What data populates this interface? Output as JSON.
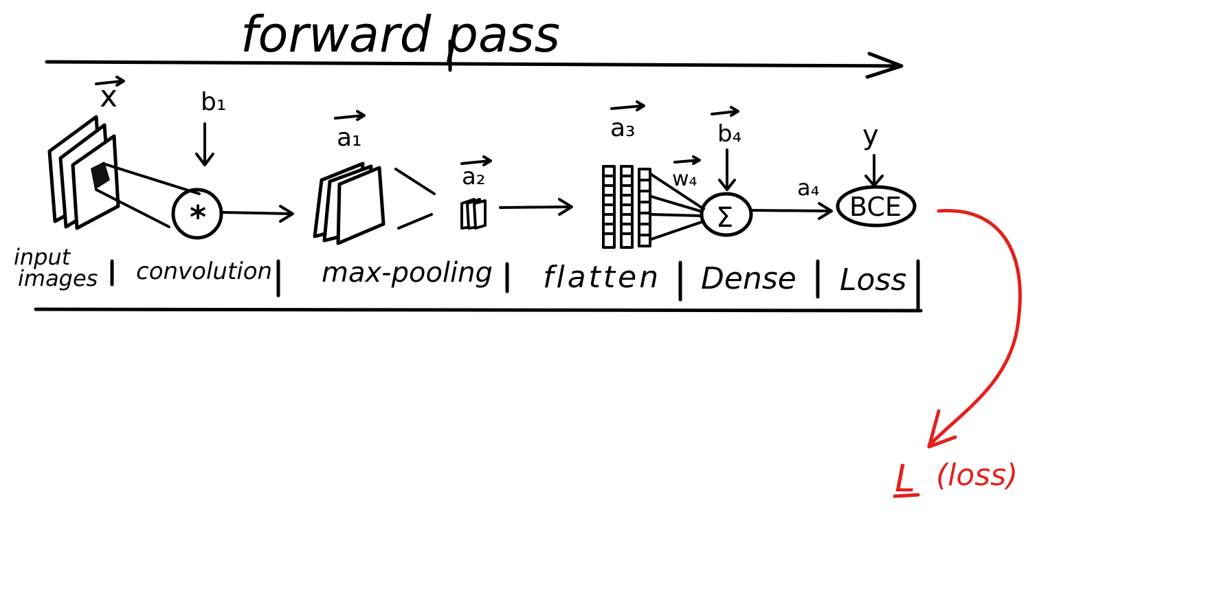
{
  "header": {
    "title": "forward pass"
  },
  "symbols": {
    "x": "x",
    "b1": "b₁",
    "a1": "a₁",
    "a2": "a₂",
    "a3": "a₃",
    "b4": "b₄",
    "w4": "w₄",
    "a4": "a₄",
    "y": "y",
    "conv_op": "*",
    "sum_op": "Σ",
    "loss_node": "BCE"
  },
  "stages": [
    {
      "label_line1": "input",
      "label_line2": "images"
    },
    {
      "label": "convolution"
    },
    {
      "label": "max-pooling"
    },
    {
      "label": "flatten"
    },
    {
      "label": "Dense"
    },
    {
      "label": "Loss"
    }
  ],
  "output": {
    "loss_label": "L",
    "loss_note": "(loss)"
  },
  "colors": {
    "ink": "#000000",
    "loss_arrow": "#e3201b"
  }
}
